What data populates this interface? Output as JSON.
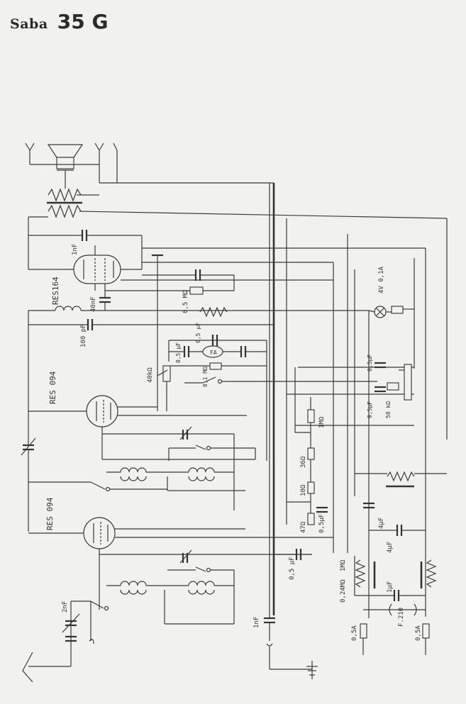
{
  "header": {
    "brand": "Saba",
    "model": "35 G"
  },
  "labels": {
    "tube_output": "RES164",
    "tube_rf1": "RES 094",
    "tube_rf2": "RES 094",
    "c_1nf_top": "1nF",
    "c_40nf": "40nF",
    "c_100pf": "100 pF",
    "r_05mo": "0,5 MΩ",
    "c_05uf_a": "0,5 µF",
    "c_05uf_b": "0,5 µF",
    "pot_40k": "40kΩ",
    "r_01mo": "0,1 MΩ",
    "fa": "FA",
    "lamp": "4V 0,1A",
    "c_05uf_c": "0,5µF",
    "c_05uf_d": "0,5µF",
    "r_50ko": "50 kΩ",
    "r_1mo_a": "1MΩ",
    "r_36o": "36Ω",
    "r_10o": "10Ω",
    "r_47o": "47Ω",
    "c_05uf_e": "0,5µF",
    "c_4uf_a": "4µF",
    "c_4uf_b": "4µF",
    "c_05uf_f": "0,5 µF",
    "r_1mo_b": "1MΩ",
    "r_024mo": "0,24MΩ",
    "c_1uf": "1µF",
    "fuse_frame": "F.210",
    "fuse_a": "0,5A",
    "fuse_b": "0,5A",
    "c_1nf_bottom": "1nF",
    "c_2nf": "2nF"
  }
}
